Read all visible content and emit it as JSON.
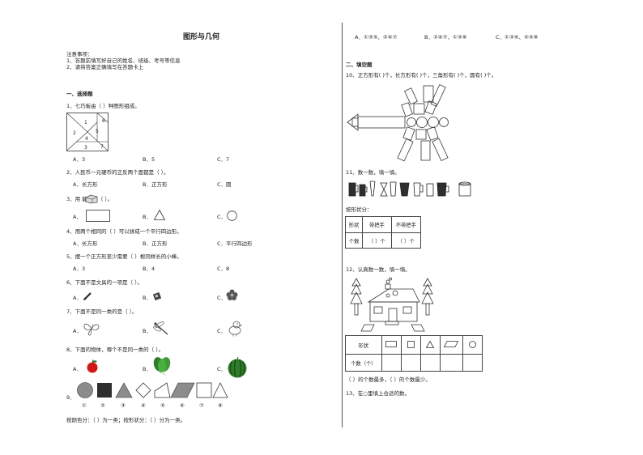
{
  "title": "图形与几何",
  "notice": {
    "heading": "注意事项：",
    "items": [
      "1、答题前填写好自己的姓名、班级、考号等信息",
      "2、请将答案正确填写在答题卡上"
    ]
  },
  "section1": "一、选择题",
  "q1": {
    "stem": "1、七巧板由（    ）种图形组成。",
    "a": "A．3",
    "b": "B．5",
    "c": "C．7",
    "nums": [
      "1",
      "2",
      "3",
      "4",
      "5",
      "6",
      "7"
    ]
  },
  "q2": {
    "stem": "2、人民币一元硬币的正反两个面都是（    ）。",
    "a": "A．长方形",
    "b": "B．正方形",
    "c": "C．圆"
  },
  "q3": {
    "stem": "3、用       能画出（    ）。",
    "a": "A．",
    "b": "B．",
    "c": "C．"
  },
  "q4": {
    "stem": "4、用两个相同的（    ）可以拼成一个平行四边形。",
    "a": "A．长方形",
    "b": "B．正方形",
    "c": "C．平行四边形"
  },
  "q5": {
    "stem": "5、摆一个正方形至少需要（    ）根同样长的小棒。",
    "a": "A．3",
    "b": "B．4",
    "c": "C．8"
  },
  "q6": {
    "stem": "6、下面不是文具的一项是（    ）。",
    "a": "A．",
    "b": "B．",
    "c": "C．"
  },
  "q7": {
    "stem": "7、下面不是同一类的是（    ）。",
    "a": "A．",
    "b": "B．",
    "c": "C．"
  },
  "q8": {
    "stem": "8、下面的物体，哪个不是同一类的（    ）。",
    "a": "A．",
    "b": "B．",
    "c": "C．"
  },
  "q9": {
    "num": "9．",
    "labels": [
      "①",
      "②",
      "③",
      "④",
      "⑤",
      "⑥",
      "⑦",
      "⑧"
    ],
    "answer": "按颜色分：（    ）为一类；按形状分：（    ）分为一类。"
  },
  "q9_opts": {
    "a": "A．①③⑤、②⑥⑦",
    "b": "B．②④⑦、①③⑧",
    "c": "C．①③⑥、⑤⑤⑧"
  },
  "section2": "二、填空题",
  "q10": {
    "stem": "10、正方形有(        )个，长方形有(        )个，三角形有(        )个，圆有(        )个。"
  },
  "q11": {
    "stem": "11、数一数，填一填。",
    "sub": "按形状分：",
    "headers": [
      "形状",
      "带把手",
      "不带把手"
    ],
    "row": [
      "个数",
      "（   ）个",
      "（   ）个"
    ]
  },
  "q12": {
    "stem": "12、认真数一数，填一填。",
    "h1": "形状",
    "h2": "个数（个）",
    "answer": "（    ）的个数最多，（    ）的个数最少。"
  },
  "q13": {
    "stem": "13、在○里填上合适的数。"
  },
  "colors": {
    "fill": "#2e2e2e",
    "gray": "#8c8c8c",
    "apple": "#d01818",
    "green": "#2f7d2a"
  }
}
